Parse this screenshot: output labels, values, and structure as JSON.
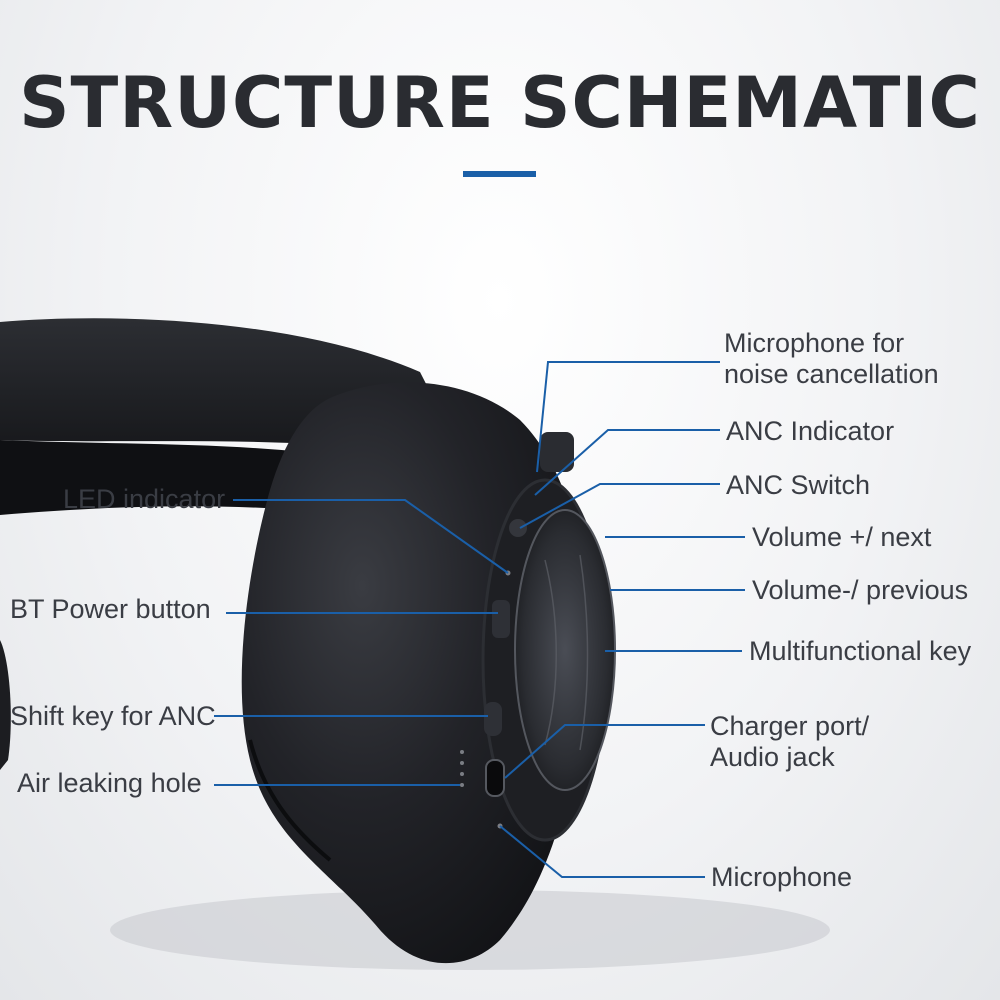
{
  "header": {
    "title": "STRUCTURE SCHEMATIC",
    "accent_color": "#1a5fa8"
  },
  "callouts": {
    "mic_nc_line1": "Microphone for",
    "mic_nc_line2": "noise cancellation",
    "anc_indicator": "ANC Indicator",
    "anc_switch": "ANC Switch",
    "volume_up": "Volume +/ next",
    "volume_down": "Volume-/ previous",
    "multifunctional": "Multifunctional key",
    "charger_line1": "Charger port/",
    "charger_line2": "Audio jack",
    "microphone": "Microphone",
    "led_indicator": "LED indicator",
    "bt_power": "BT Power button",
    "shift_key": "Shift key for ANC",
    "air_hole": "Air leaking hole"
  },
  "colors": {
    "leader_line": "#1a5fa8",
    "headphone_body": "#1b1c20",
    "text": "#3a3d44"
  }
}
